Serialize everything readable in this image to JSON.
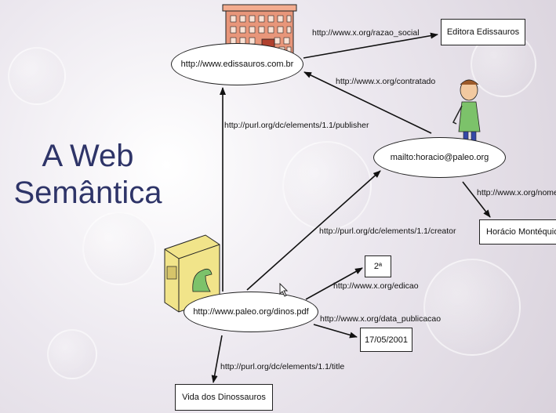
{
  "slide": {
    "title_line1": "A Web",
    "title_line2": "Semântica"
  },
  "nodes": {
    "edissauros": "http://www.edissauros.com.br",
    "horacio": "mailto:horacio@paleo.org",
    "dinos": "http://www.paleo.org/dinos.pdf"
  },
  "literals": {
    "editora": "Editora Edissauros",
    "horacio_name": "Horácio Montéquio",
    "edicao": "2ª",
    "data": "17/05/2001",
    "title": "Vida dos Dinossauros"
  },
  "edges": {
    "razao_social": "http://www.x.org/razao_social",
    "contratado": "http://www.x.org/contratado",
    "publisher": "http://purl.org/dc/elements/1.1/publisher",
    "nome": "http://www.x.org/nome",
    "creator": "http://purl.org/dc/elements/1.1/creator",
    "edicao": "http://www.x.org/edicao",
    "data_publicacao": "http://www.x.org/data_publicacao",
    "title": "http://purl.org/dc/elements/1.1/title"
  },
  "colors": {
    "title": "#2e3468",
    "building": "#e8967a",
    "book": "#f1e48a",
    "dino": "#7cc26a"
  }
}
